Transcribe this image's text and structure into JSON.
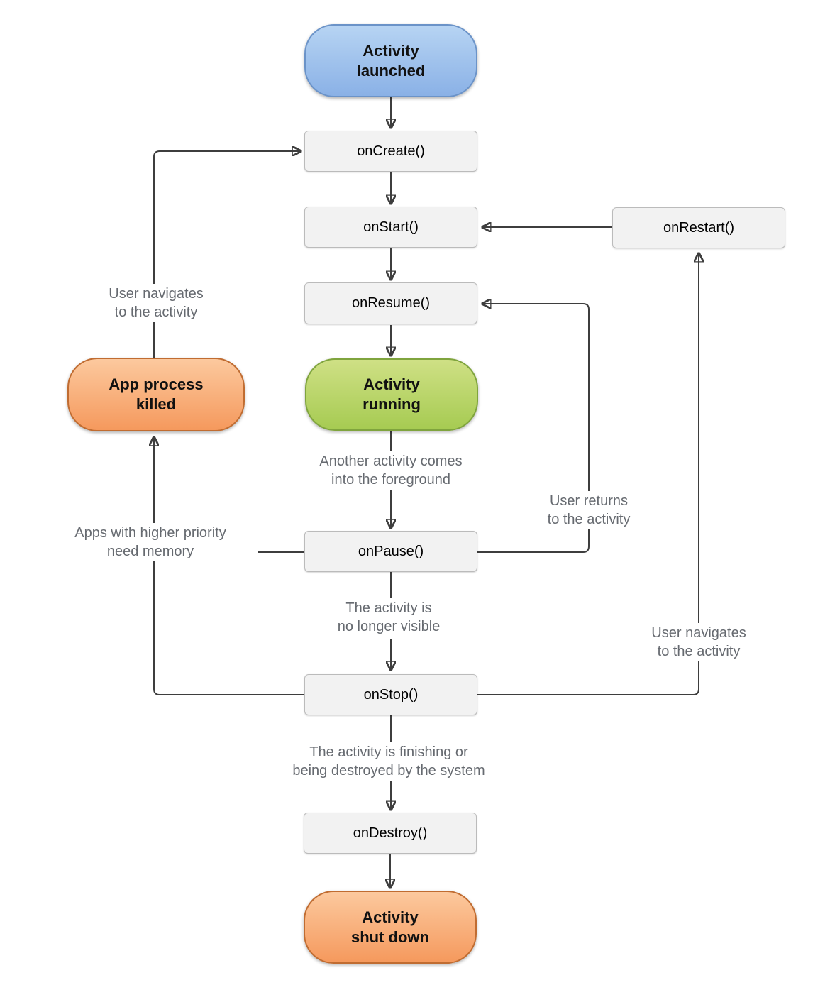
{
  "colors": {
    "arrow": "#3e3e3e",
    "label_text": "#666a70",
    "box_fill": "#f2f2f2",
    "box_border": "#bbbbbb",
    "blue_top": "#b7d4f3",
    "blue_bottom": "#8ab1e6",
    "blue_border": "#6b93c8",
    "green_top": "#cfe085",
    "green_bottom": "#a6cb52",
    "green_border": "#7fa43d",
    "orange_top": "#fcc99e",
    "orange_bottom": "#f5995d",
    "orange_border": "#c06c31"
  },
  "nodes": {
    "activity_launched": "Activity\nlaunched",
    "on_create": "onCreate()",
    "on_start": "onStart()",
    "on_restart": "onRestart()",
    "on_resume": "onResume()",
    "activity_running": "Activity\nrunning",
    "on_pause": "onPause()",
    "on_stop": "onStop()",
    "on_destroy": "onDestroy()",
    "activity_shut_down": "Activity\nshut down",
    "app_process_killed": "App process\nkilled"
  },
  "edge_labels": {
    "user_navigates_left": "User navigates\nto the activity",
    "another_activity_foreground": "Another activity comes\ninto the foreground",
    "user_returns": "User returns\nto the activity",
    "apps_priority_memory": "Apps with higher priority\nneed memory",
    "no_longer_visible": "The activity is\nno longer visible",
    "user_navigates_right": "User navigates\nto the activity",
    "finishing_destroyed": "The activity is finishing or\nbeing destroyed by the system"
  }
}
